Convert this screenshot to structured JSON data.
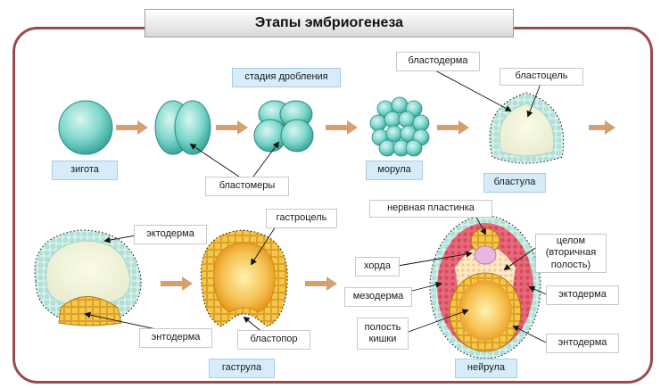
{
  "title": "Этапы эмбриогенеза",
  "labels": {
    "zygote": "зигота",
    "cleavage_stage": "стадия дробления",
    "blastomeres": "бластомеры",
    "morula": "морула",
    "blastoderm": "бластодерма",
    "blastocoel": "бластоцель",
    "blastula": "бластула",
    "ectoderm_left": "эктодерма",
    "gastrocoel": "гастроцель",
    "endoderm_left": "энтодерма",
    "blastopore": "бластопор",
    "gastrula": "гаструла",
    "neural_plate": "нервная пластинка",
    "chorda": "хорда",
    "mesoderm": "мезодерма",
    "gut_cavity": "полость кишки",
    "coelom": "целом (вторичная полость)",
    "ectoderm_right": "эктодерма",
    "endoderm_right": "энтодерма",
    "neurula": "нейрула"
  },
  "colors": {
    "frame": "#9a4a4a",
    "cell_teal": "#6fcfc4",
    "yolk_orange": "#f0a020",
    "endoderm_yellow": "#f5c518",
    "mesoderm_red": "#d9485a",
    "arrow": "#d4a070",
    "label_blue": "#d6ecf8"
  }
}
